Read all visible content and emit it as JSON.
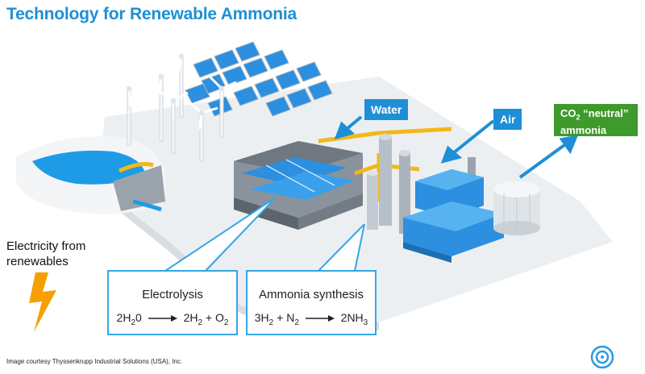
{
  "title": "Technology for Renewable Ammonia",
  "labels": {
    "water": "Water",
    "air": "Air",
    "co2_prefix": "CO",
    "co2_sub": "2",
    "co2_rest": " “neutral”",
    "co2_line2": "ammonia"
  },
  "electricity": {
    "line1": "Electricity from",
    "line2": "renewables"
  },
  "electrolysis": {
    "title": "Electrolysis",
    "eq_left_a": "2H",
    "eq_left_sub": "2",
    "eq_left_b": "0",
    "eq_r1": "2H",
    "eq_r1_sub": "2",
    "eq_plus": " + O",
    "eq_r2_sub": "2"
  },
  "synthesis": {
    "title": "Ammonia synthesis",
    "eq_l1": "3H",
    "eq_l1_sub": "2",
    "eq_plus": " + N",
    "eq_l2_sub": "2",
    "eq_r": "2NH",
    "eq_r_sub": "3"
  },
  "credit": "Image courtesy Thyssenkrupp Industrial Solutions (USA), Inc.",
  "colors": {
    "accent_blue": "#1e8fd6",
    "callout_border": "#35a6e6",
    "green": "#3f9a2c",
    "bolt": "#f5a000",
    "pipe": "#f2b81a"
  }
}
